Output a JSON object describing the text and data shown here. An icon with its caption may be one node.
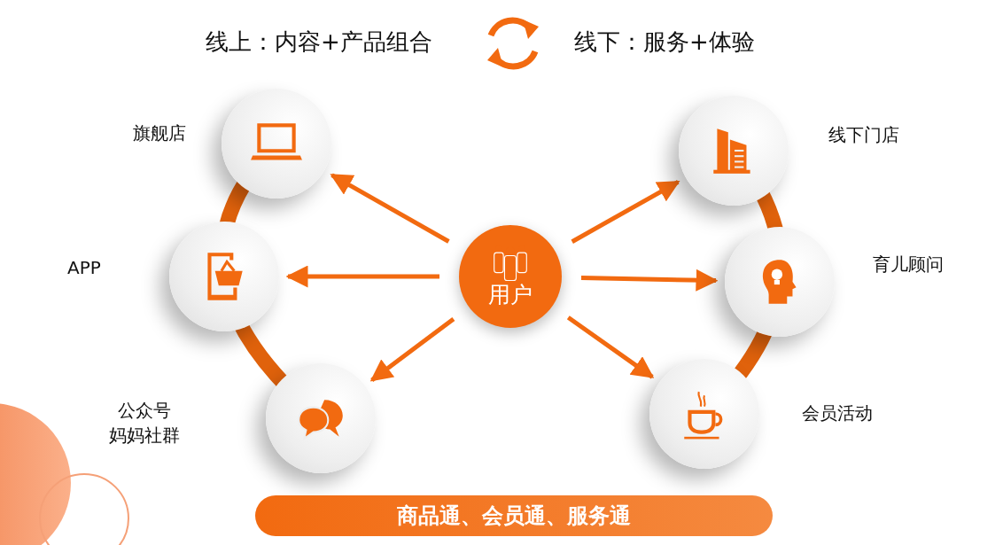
{
  "diagram": {
    "nodes": [
      {
        "text": [],
        "shape": "circle",
        "beside": [
          "旗舰店"
        ]
      },
      {
        "text": [],
        "shape": "circle",
        "beside": [
          "线下门店"
        ]
      },
      {
        "text": [],
        "shape": "circle",
        "beside": [
          "APP"
        ]
      },
      {
        "text": [
          "用户"
        ]
      },
      {
        "text": [],
        "shape": "circle",
        "beside": [
          "育儿顾问"
        ]
      },
      {
        "text": [],
        "shape": "circle",
        "beside": [
          "公众号",
          "妈妈社群"
        ]
      },
      {
        "text": [],
        "shape": "circle",
        "beside": [
          "会员活动"
        ]
      },
      {
        "text": [
          "商品通、会员通、服务通"
        ]
      }
    ],
    "edges": [
      {
        "from": 3,
        "to": 0,
        "arrow": "to"
      },
      {
        "from": 3,
        "to": 1,
        "arrow": "to"
      },
      {
        "from": 3,
        "to": 2,
        "arrow": "to"
      },
      {
        "from": 3,
        "to": 4,
        "arrow": "to"
      },
      {
        "from": 3,
        "to": 5,
        "arrow": "to"
      },
      {
        "from": 3,
        "to": 6,
        "arrow": "to"
      }
    ],
    "labels": [
      "线上：内容+产品组合",
      "线下：服务+体验"
    ]
  }
}
